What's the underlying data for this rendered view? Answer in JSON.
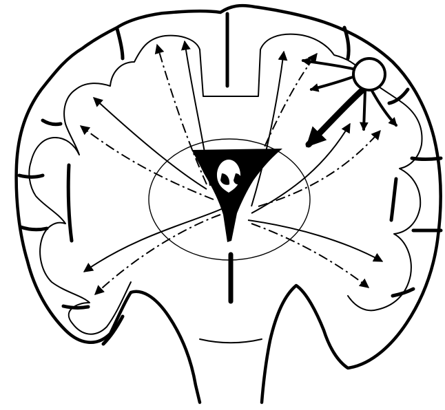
{
  "diagram": {
    "colors": {
      "ink": "#000000",
      "paper": "#ffffff"
    },
    "elements": [
      "coronal-brain-outline",
      "cortical-folds",
      "central-nucleus-ring",
      "black-central-mass",
      "right-upper-node-circle",
      "solid-projection-arrows",
      "dash-dot-projection-arrows"
    ]
  }
}
